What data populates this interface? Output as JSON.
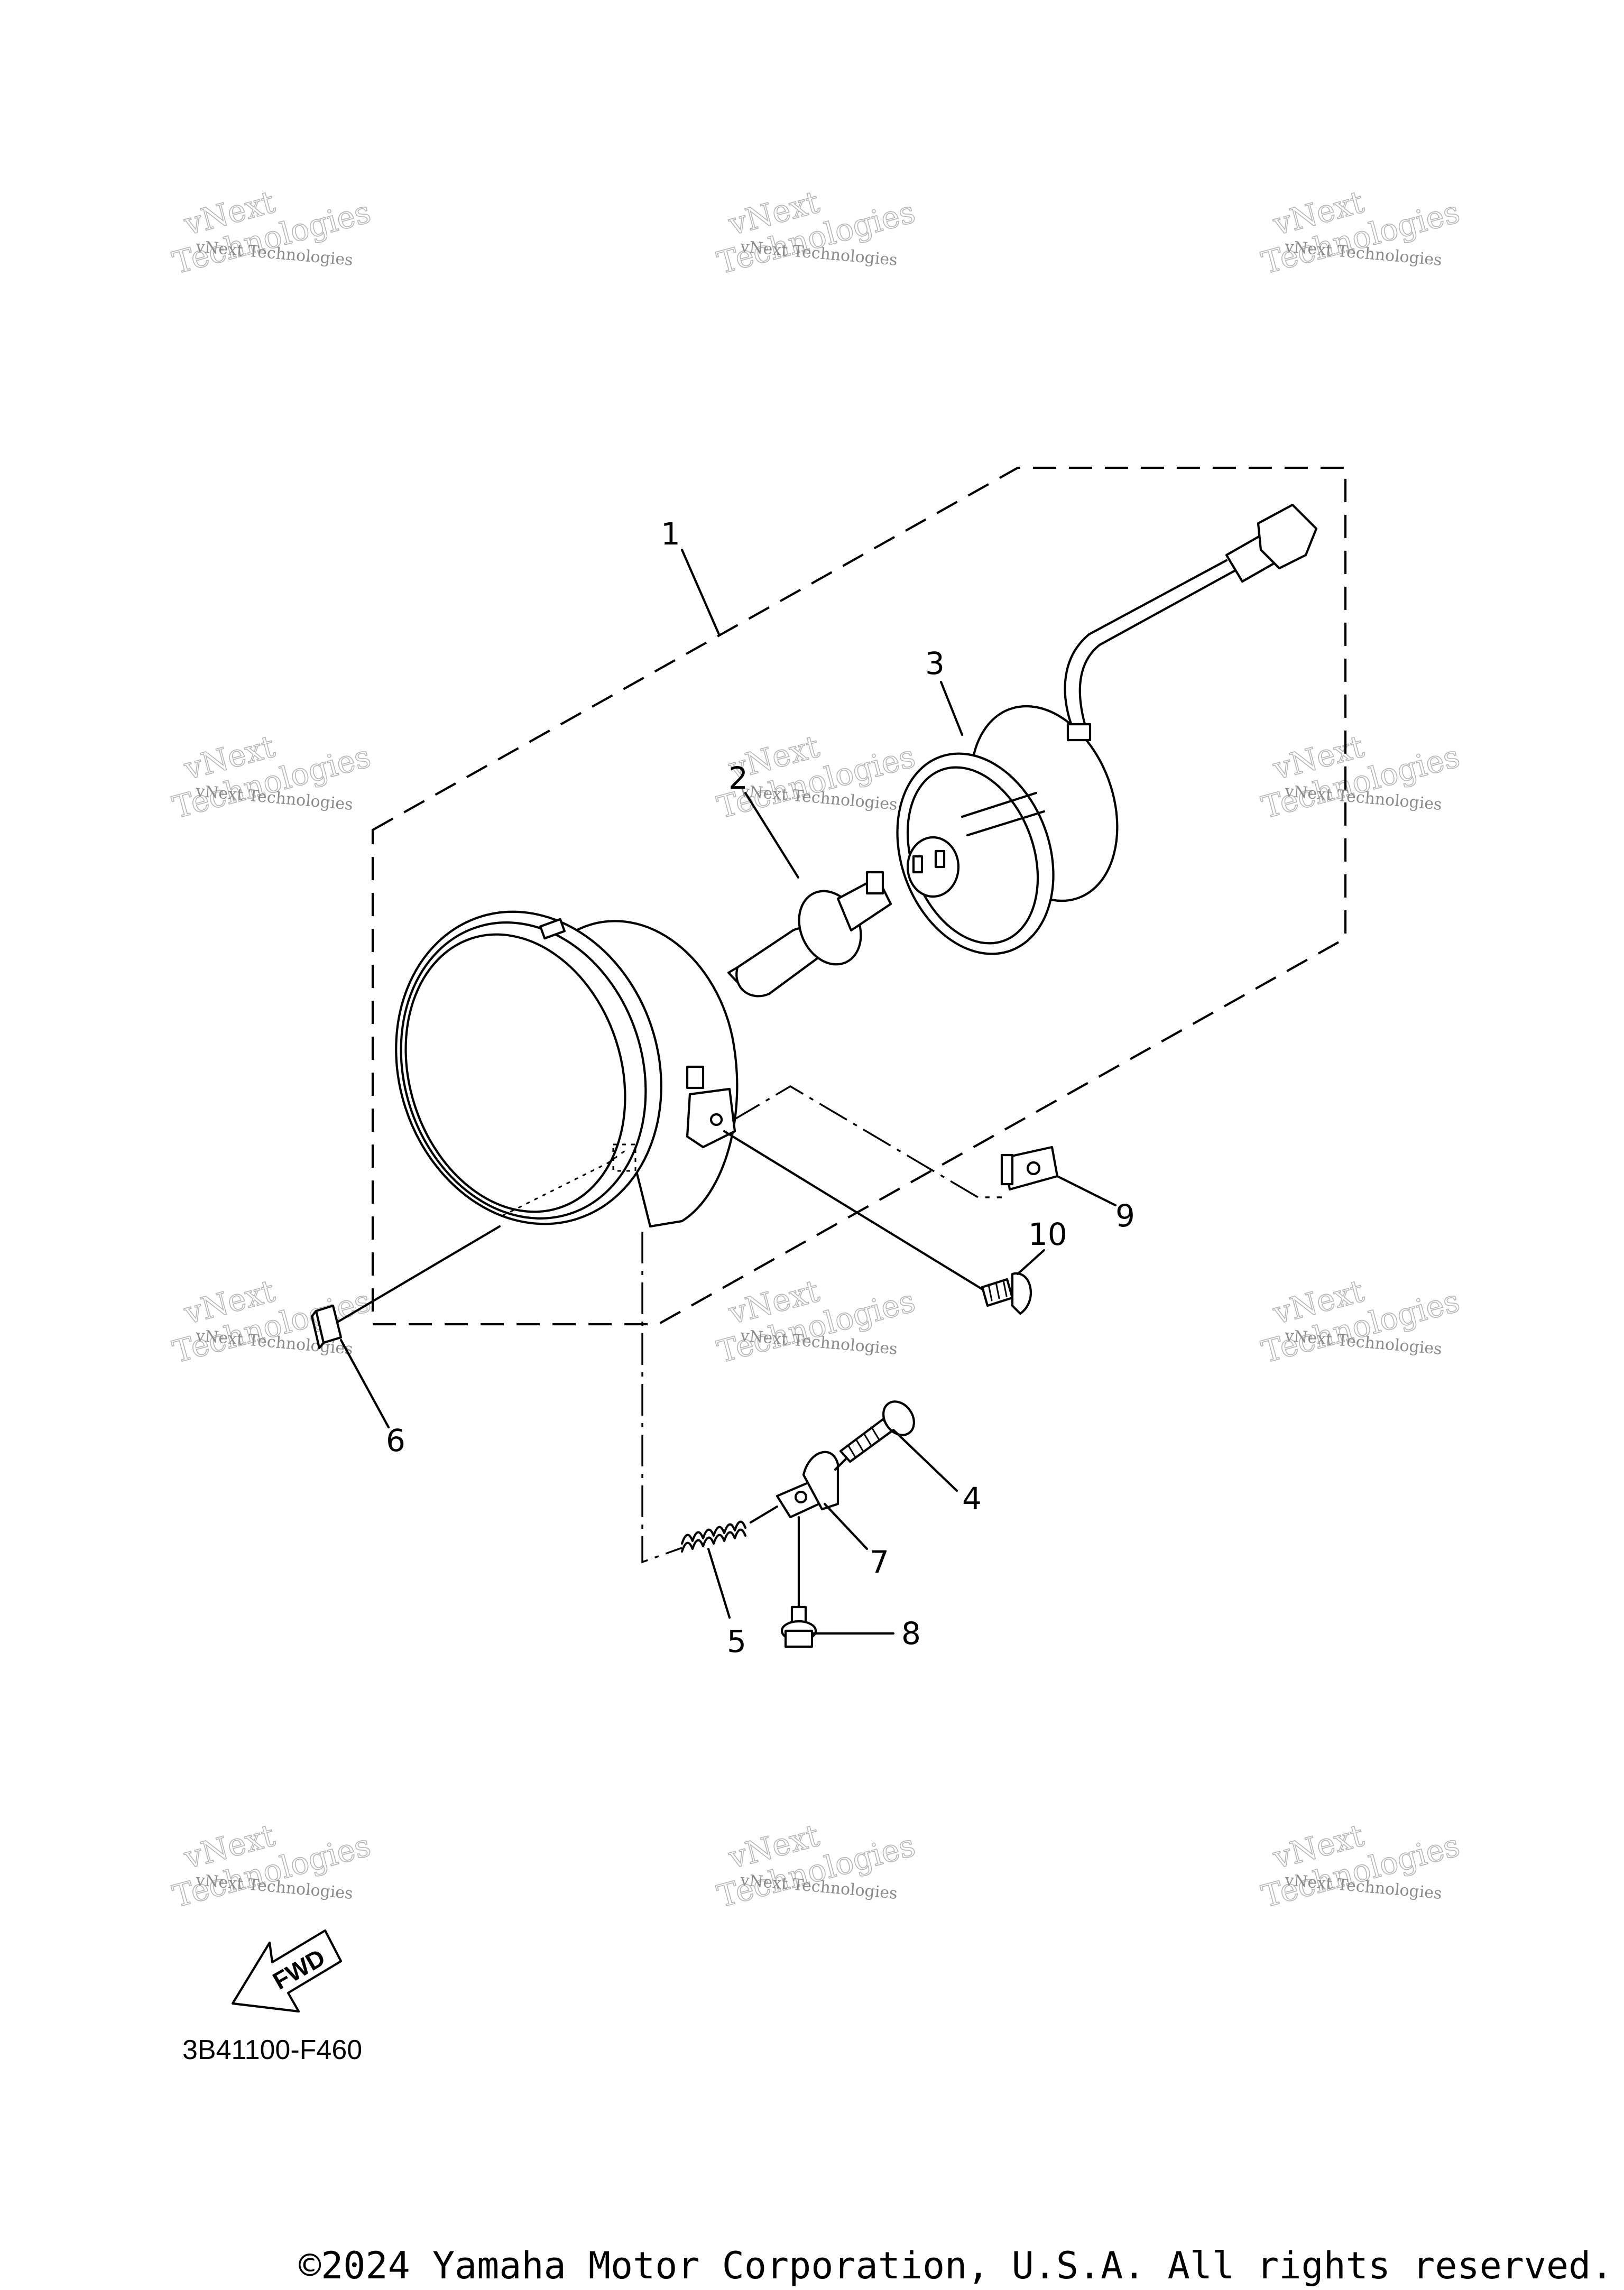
{
  "diagram": {
    "callouts": [
      {
        "id": "callout-1",
        "label": "1"
      },
      {
        "id": "callout-2",
        "label": "2"
      },
      {
        "id": "callout-3",
        "label": "3"
      },
      {
        "id": "callout-4",
        "label": "4"
      },
      {
        "id": "callout-5",
        "label": "5"
      },
      {
        "id": "callout-6",
        "label": "6"
      },
      {
        "id": "callout-7",
        "label": "7"
      },
      {
        "id": "callout-8",
        "label": "8"
      },
      {
        "id": "callout-9",
        "label": "9"
      },
      {
        "id": "callout-10",
        "label": "10"
      }
    ],
    "fwd_label": "FWD",
    "diagram_code": "3B41100-F460",
    "copyright": "©2024 Yamaha Motor Corporation, U.S.A. All rights reserved."
  },
  "watermark": {
    "line_small": "vNext Technologies",
    "line_big_1": "vNext",
    "line_big_2": "Technologies",
    "color": "#b5b5b5"
  }
}
